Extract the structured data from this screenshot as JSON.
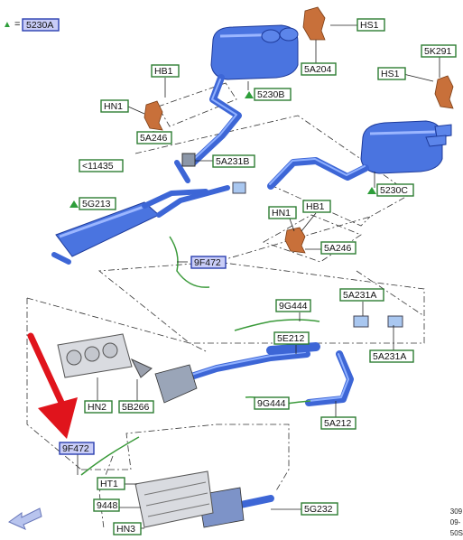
{
  "legend": {
    "symbol": "▲",
    "symbol_color": "#2e9e3a",
    "equals": "=",
    "ref": "5230A"
  },
  "labels": [
    {
      "id": "hs1-top",
      "text": "HS1",
      "kind": "green"
    },
    {
      "id": "5a204",
      "text": "5A204",
      "kind": "green"
    },
    {
      "id": "5k291",
      "text": "5K291",
      "kind": "green"
    },
    {
      "id": "hs1-right",
      "text": "HS1",
      "kind": "green"
    },
    {
      "id": "hb1-top",
      "text": "HB1",
      "kind": "green"
    },
    {
      "id": "hn1-top",
      "text": "HN1",
      "kind": "green"
    },
    {
      "id": "5230b",
      "text": "5230B",
      "kind": "green",
      "triangle": true
    },
    {
      "id": "5a246-top",
      "text": "5A246",
      "kind": "green"
    },
    {
      "id": "11435",
      "text": "<11435",
      "kind": "green"
    },
    {
      "id": "5a231b",
      "text": "5A231B",
      "kind": "green"
    },
    {
      "id": "5230c",
      "text": "5230C",
      "kind": "green",
      "triangle": true
    },
    {
      "id": "5g213",
      "text": "5G213",
      "kind": "green",
      "triangle": true
    },
    {
      "id": "hn1-mid",
      "text": "HN1",
      "kind": "green"
    },
    {
      "id": "hb1-mid",
      "text": "HB1",
      "kind": "green"
    },
    {
      "id": "5a246-mid",
      "text": "5A246",
      "kind": "green"
    },
    {
      "id": "9f472-top",
      "text": "9F472",
      "kind": "blue"
    },
    {
      "id": "9g444-top",
      "text": "9G444",
      "kind": "green"
    },
    {
      "id": "5a231a-top",
      "text": "5A231A",
      "kind": "green"
    },
    {
      "id": "5e212",
      "text": "5E212",
      "kind": "green"
    },
    {
      "id": "5a231a-bot",
      "text": "5A231A",
      "kind": "green"
    },
    {
      "id": "hn2",
      "text": "HN2",
      "kind": "green"
    },
    {
      "id": "5b266",
      "text": "5B266",
      "kind": "green"
    },
    {
      "id": "9g444-bot",
      "text": "9G444",
      "kind": "green"
    },
    {
      "id": "5a212",
      "text": "5A212",
      "kind": "green"
    },
    {
      "id": "9f472-bot",
      "text": "9F472",
      "kind": "blue"
    },
    {
      "id": "ht1",
      "text": "HT1",
      "kind": "green"
    },
    {
      "id": "9448",
      "text": "9448",
      "kind": "green"
    },
    {
      "id": "hn3",
      "text": "HN3",
      "kind": "green"
    },
    {
      "id": "5g232",
      "text": "5G232",
      "kind": "green"
    }
  ],
  "codes": [
    "309",
    "09-",
    "50S"
  ],
  "colors": {
    "pipe": "#3d66d6",
    "pipe_highlight": "#8fb0ff",
    "heat_shield": "#c8703a",
    "green_box": "#2e7d32",
    "blue_box_fill": "#c9cdf7",
    "blue_box_stroke": "#2b3fb0",
    "arrow": "#e0141c",
    "sensor_wire": "#3a9a3a"
  },
  "icons": [
    "legend-triangle-icon",
    "nav-arrow-icon",
    "pointer-arrow-icon"
  ]
}
